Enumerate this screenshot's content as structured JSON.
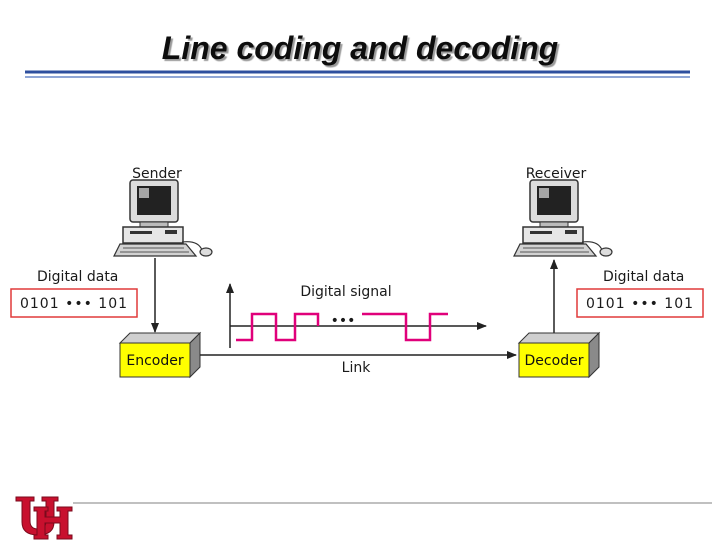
{
  "title": "Line coding and decoding",
  "diagram": {
    "sender_label": "Sender",
    "receiver_label": "Receiver",
    "left_data_label": "Digital data",
    "right_data_label": "Digital data",
    "left_bits": "0101 ••• 101",
    "right_bits": "0101 ••• 101",
    "signal_label": "Digital signal",
    "ellipsis": "•••",
    "encoder_label": "Encoder",
    "decoder_label": "Decoder",
    "link_label": "Link"
  },
  "colors": {
    "title_rule": "#2e4f9e",
    "signal": "#e0007a",
    "box_fill": "#ffff00",
    "bits_border": "#e03a3a",
    "logo": "#c8102e"
  },
  "icons": [
    "computer-icon",
    "university-logo-icon"
  ]
}
